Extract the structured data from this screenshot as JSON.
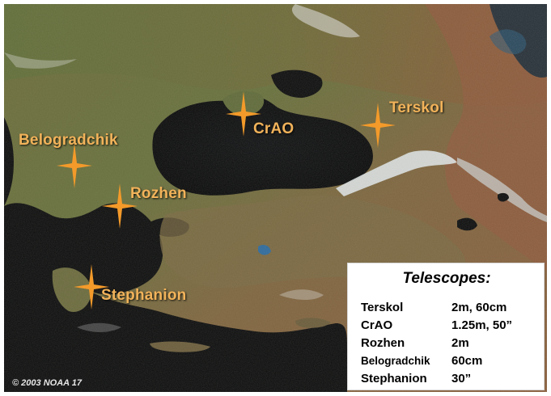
{
  "map": {
    "colors": {
      "sea": "#0b0c10",
      "land_green": "#5f6a3a",
      "land_brown": "#8a5a3c",
      "snow": "#dfe6ea",
      "marker": "#f39a2a",
      "label": "#f2b35a"
    }
  },
  "sites": [
    {
      "id": "terskol",
      "label": "Terskol",
      "icon": "star-marker-icon"
    },
    {
      "id": "crao",
      "label": "CrAO",
      "icon": "star-marker-icon"
    },
    {
      "id": "belogradchik",
      "label": "Belogradchik",
      "icon": "star-marker-icon"
    },
    {
      "id": "rozhen",
      "label": "Rozhen",
      "icon": "star-marker-icon"
    },
    {
      "id": "stephanion",
      "label": "Stephanion",
      "icon": "star-marker-icon"
    }
  ],
  "legend": {
    "title": "Telescopes:",
    "rows": [
      {
        "name": "Terskol",
        "size": "2m,  60cm"
      },
      {
        "name": "CrAO",
        "size": "1.25m, 50”"
      },
      {
        "name": "Rozhen",
        "size": "2m"
      },
      {
        "name": "Belogradchik",
        "size": "60cm"
      },
      {
        "name": "Stephanion",
        "size": "30”"
      }
    ]
  },
  "credit": "© 2003  NOAA 17"
}
